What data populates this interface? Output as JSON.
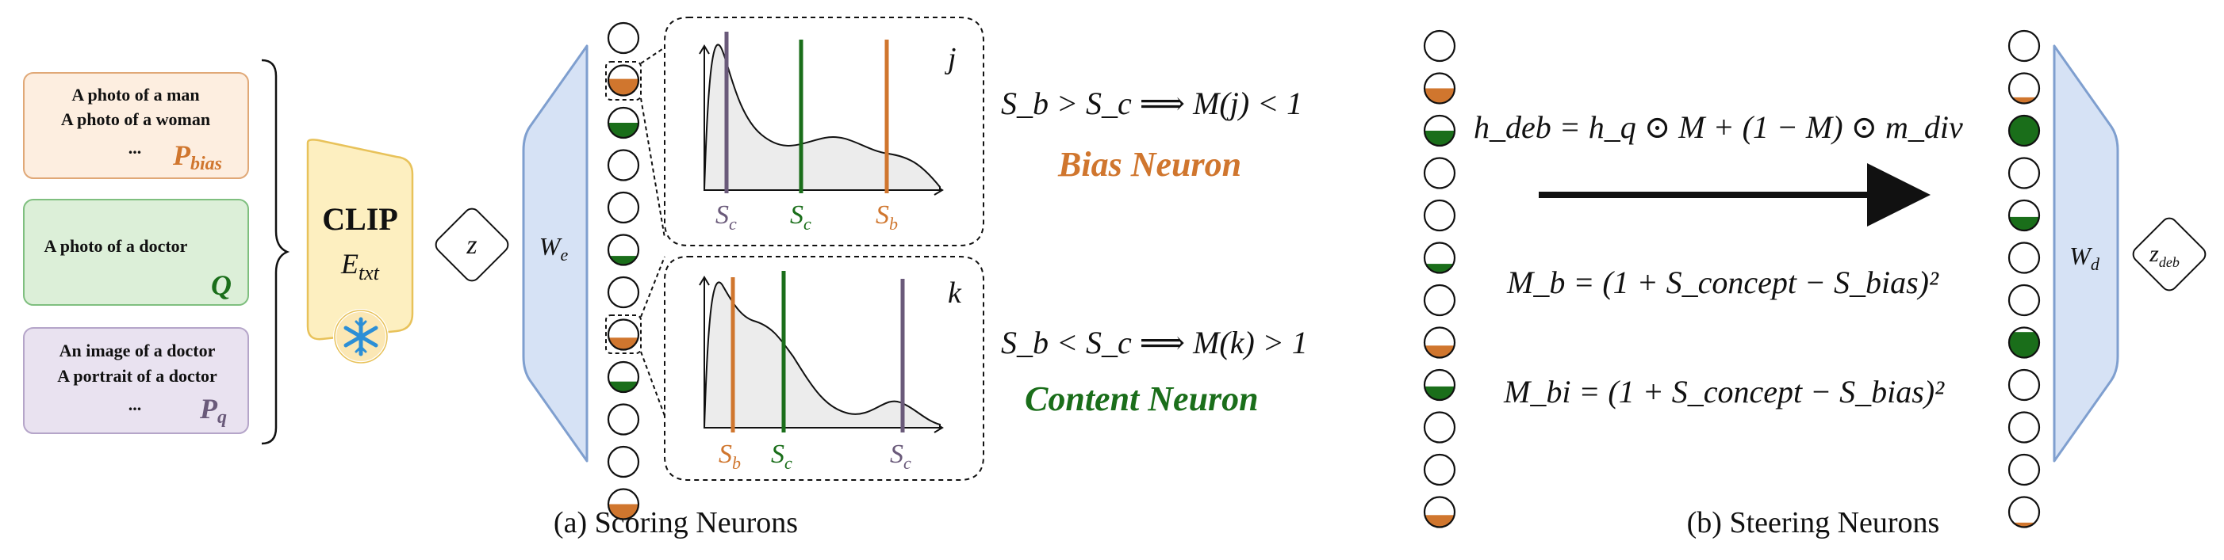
{
  "colors": {
    "orange": "#d0762e",
    "green": "#1a6e1a",
    "purple": "#6a5a7a",
    "blue_fill": "#d6e2f5",
    "blue_stroke": "#7f9fcf",
    "bias_box": "#fdeee0",
    "q_box": "#dcefd8",
    "pq_box": "#e9e2f0",
    "clip_box": "#fdefc0"
  },
  "inputs": {
    "pbias": {
      "line1": "A photo of a man",
      "line2": "A photo of a woman",
      "dots": "...",
      "label": "P",
      "sub": "bias"
    },
    "q": {
      "line1": "A photo of a doctor",
      "label": "Q"
    },
    "pq": {
      "line1": "An image of a doctor",
      "line2": "A portrait of a doctor",
      "dots": "...",
      "label": "P",
      "sub": "q"
    }
  },
  "clip": {
    "title": "CLIP",
    "enc": "E",
    "enc_sub": "txt",
    "frozen_icon": "snowflake-icon"
  },
  "z_label": "z",
  "we": {
    "main": "W",
    "sub": "e"
  },
  "wd": {
    "main": "W",
    "sub": "d"
  },
  "zdeb": {
    "main": "z",
    "sub": "deb"
  },
  "plot_j": {
    "label": "j",
    "markers": [
      {
        "main": "S",
        "sub": "c",
        "color": "purple"
      },
      {
        "main": "S",
        "sub": "c",
        "color": "green"
      },
      {
        "main": "S",
        "sub": "b",
        "color": "orange"
      }
    ]
  },
  "plot_k": {
    "label": "k",
    "markers": [
      {
        "main": "S",
        "sub": "b",
        "color": "orange"
      },
      {
        "main": "S",
        "sub": "c",
        "color": "green"
      },
      {
        "main": "S",
        "sub": "c",
        "color": "purple"
      }
    ]
  },
  "rule_j": {
    "text": "S_b > S_c ⟹ M(j) < 1",
    "name": "Bias Neuron"
  },
  "rule_k": {
    "text": "S_b < S_c ⟹ M(k) > 1",
    "name": "Content Neuron"
  },
  "eq_hdeb": "h_deb = h_q ⊙ M + (1 − M) ⊙ m_div",
  "eq_mb": "M_b = (1 + S_concept − S_bias)²",
  "eq_mbi": "M_bi = (1 + S_concept − S_bias)²",
  "caption_a": "(a) Scoring Neurons",
  "caption_b": "(b) Steering Neurons"
}
